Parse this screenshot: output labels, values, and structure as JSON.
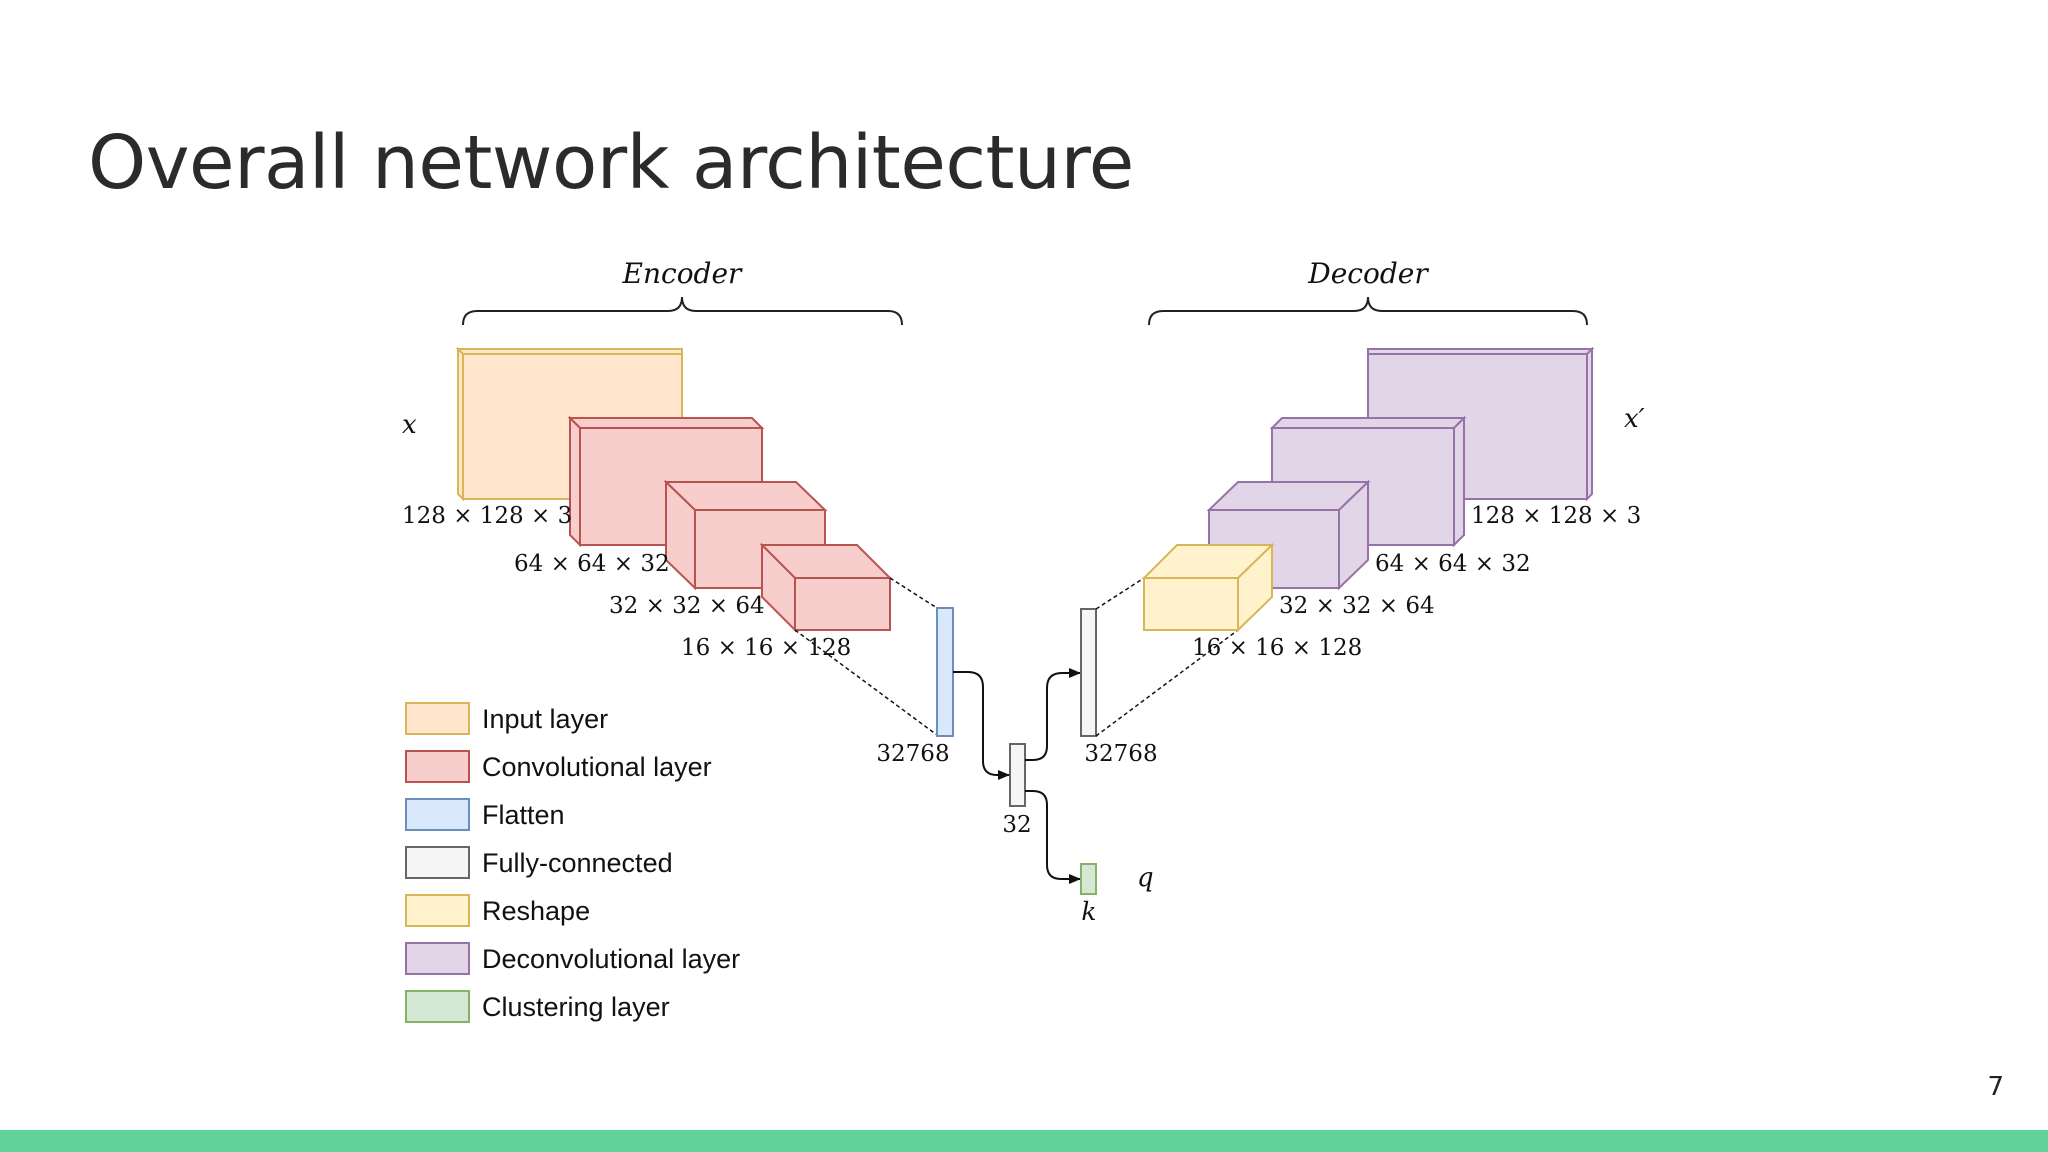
{
  "slide": {
    "title": "Overall network architecture",
    "page_number": "7"
  },
  "colors": {
    "input": "#ffe6cc",
    "input_stroke": "#d6b656",
    "conv": "#f8cecc",
    "conv_stroke": "#b85450",
    "flatten": "#dae8fc",
    "flatten_stroke": "#6c8ebf",
    "fc": "#f5f5f5",
    "fc_stroke": "#666666",
    "reshape": "#fff2cc",
    "reshape_stroke": "#d6b656",
    "deconv": "#e1d5e7",
    "deconv_stroke": "#9673a6",
    "cluster": "#d5e8d4",
    "cluster_stroke": "#82b366",
    "accent_bar": "#62d29b"
  },
  "diagram": {
    "encoder_label": "Encoder",
    "decoder_label": "Decoder",
    "input_symbol": "x",
    "output_symbol": "x′",
    "enc_dims": [
      "128 × 128 × 3",
      "64 × 64 × 32",
      "32 × 32 × 64",
      "16 × 16 × 128"
    ],
    "dec_dims": [
      "16 × 16 × 128",
      "32 × 32 × 64",
      "64 × 64 × 32",
      "128 × 128 × 3"
    ],
    "flatten_size": "32768",
    "latent_size": "32",
    "fc_size": "32768",
    "cluster_symbol": "k",
    "q_symbol": "q"
  },
  "legend": [
    {
      "label": "Input layer",
      "fill": "#ffe6cc",
      "stroke": "#d6b656"
    },
    {
      "label": "Convolutional layer",
      "fill": "#f8cecc",
      "stroke": "#b85450"
    },
    {
      "label": "Flatten",
      "fill": "#dae8fc",
      "stroke": "#6c8ebf"
    },
    {
      "label": "Fully-connected",
      "fill": "#f5f5f5",
      "stroke": "#666666"
    },
    {
      "label": "Reshape",
      "fill": "#fff2cc",
      "stroke": "#d6b656"
    },
    {
      "label": "Deconvolutional layer",
      "fill": "#e1d5e7",
      "stroke": "#9673a6"
    },
    {
      "label": "Clustering layer",
      "fill": "#d5e8d4",
      "stroke": "#82b366"
    }
  ]
}
